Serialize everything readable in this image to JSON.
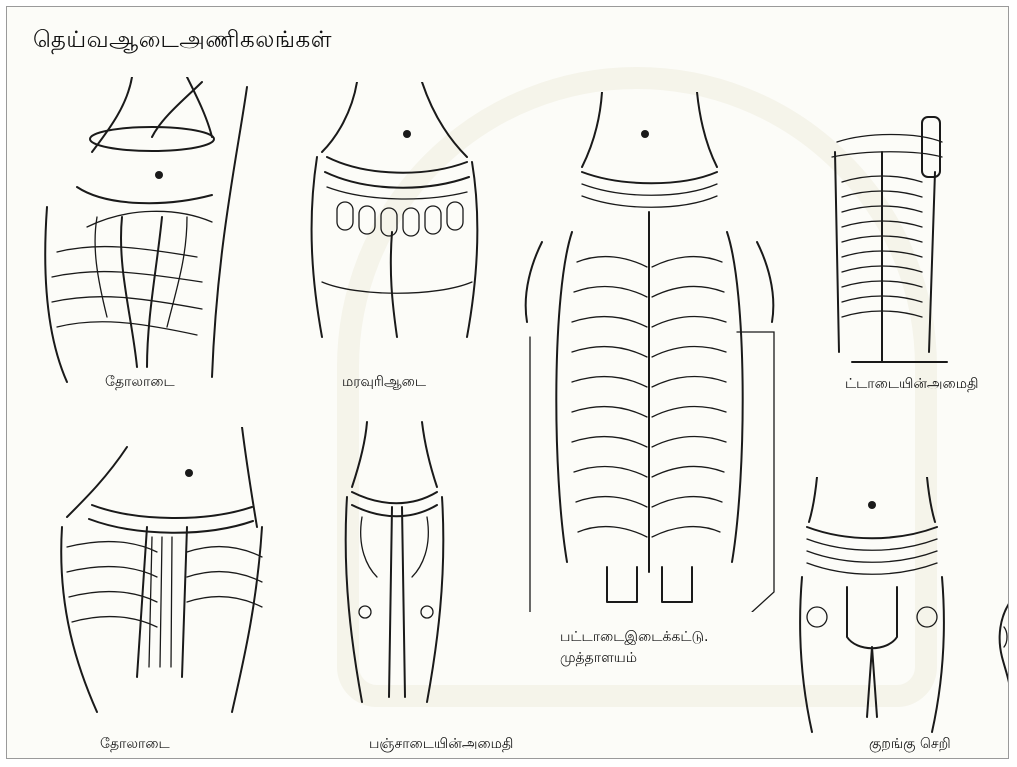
{
  "title": "தெய்வஆடைஅணிகலங்கள்",
  "captions": {
    "fig1": "தோலாடை",
    "fig2": "மரவுரிஆடை",
    "fig3": "ட்டாடையின்அமைதி",
    "fig4": "தோலாடை",
    "fig5": "பஞ்சாடையின்அமைதி",
    "fig6_line1": "பட்டாடைஇடைக்கட்டு.",
    "fig6_line2": "முத்தாளயம்",
    "fig7": "குறங்கு செறி"
  }
}
